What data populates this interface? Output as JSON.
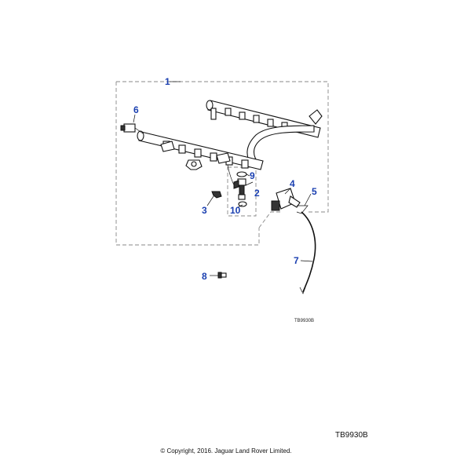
{
  "diagram": {
    "callouts": {
      "c1": "1",
      "c2": "2",
      "c3": "3",
      "c4": "4",
      "c5": "5",
      "c6": "6",
      "c7": "7",
      "c8": "8",
      "c9": "9",
      "c10": "10"
    },
    "reference_small": "TB9930B",
    "reference_large": "TB9930B",
    "copyright": "© Copyright, 2016. Jaguar Land Rover Limited.",
    "callout_color": "#1a3fb0"
  }
}
